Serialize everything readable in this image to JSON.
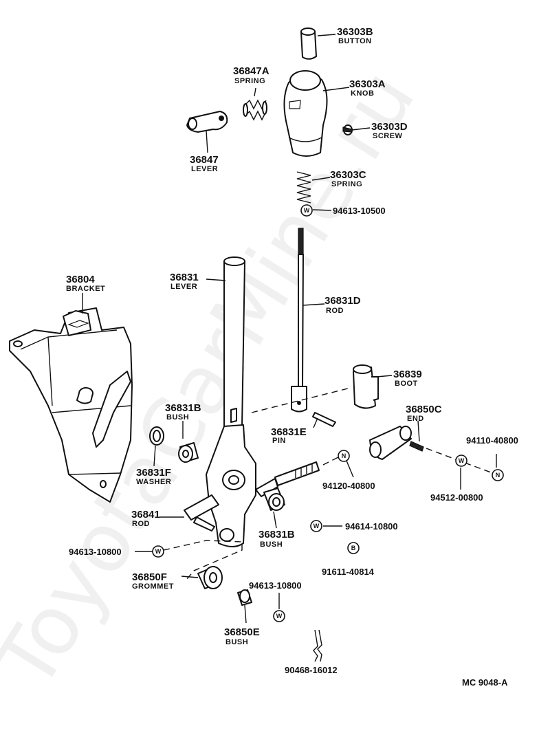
{
  "watermark": "ToyotaCarMine.ru",
  "reference": "MC 9048-A",
  "parts": {
    "p36303B": {
      "number": "36303B",
      "name": "BUTTON"
    },
    "p36847A": {
      "number": "36847A",
      "name": "SPRING"
    },
    "p36303A": {
      "number": "36303A",
      "name": "KNOB"
    },
    "p36303D": {
      "number": "36303D",
      "name": "SCREW"
    },
    "p36847": {
      "number": "36847",
      "name": "LEVER"
    },
    "p36303C": {
      "number": "36303C",
      "name": "SPRING"
    },
    "p36804": {
      "number": "36804",
      "name": "BRACKET"
    },
    "p36831": {
      "number": "36831",
      "name": "LEVER"
    },
    "p36831D": {
      "number": "36831D",
      "name": "ROD"
    },
    "p36839": {
      "number": "36839",
      "name": "BOOT"
    },
    "p36831B_top": {
      "number": "36831B",
      "name": "BUSH"
    },
    "p36850C": {
      "number": "36850C",
      "name": "END"
    },
    "p36831E": {
      "number": "36831E",
      "name": "PIN"
    },
    "p36831F": {
      "number": "36831F",
      "name": "WASHER"
    },
    "p36841": {
      "number": "36841",
      "name": "ROD"
    },
    "p36831B_bot": {
      "number": "36831B",
      "name": "BUSH"
    },
    "p36850F": {
      "number": "36850F",
      "name": "GROMMET"
    },
    "p36850E": {
      "number": "36850E",
      "name": "BUSH"
    }
  },
  "standard_parts": {
    "s94613_top": {
      "number": "94613-10500",
      "symbol": "W"
    },
    "s94110": {
      "number": "94110-40800",
      "symbol": "N"
    },
    "s94120": {
      "number": "94120-40800",
      "symbol": "N"
    },
    "s94512": {
      "number": "94512-00800",
      "symbol": "W"
    },
    "s94614": {
      "number": "94614-10800",
      "symbol": "W"
    },
    "s94613_left": {
      "number": "94613-10800",
      "symbol": "W"
    },
    "s91611": {
      "number": "91611-40814",
      "symbol": "B"
    },
    "s94613_bot": {
      "number": "94613-10800",
      "symbol": "W"
    },
    "s90468": {
      "number": "90468-16012"
    }
  }
}
